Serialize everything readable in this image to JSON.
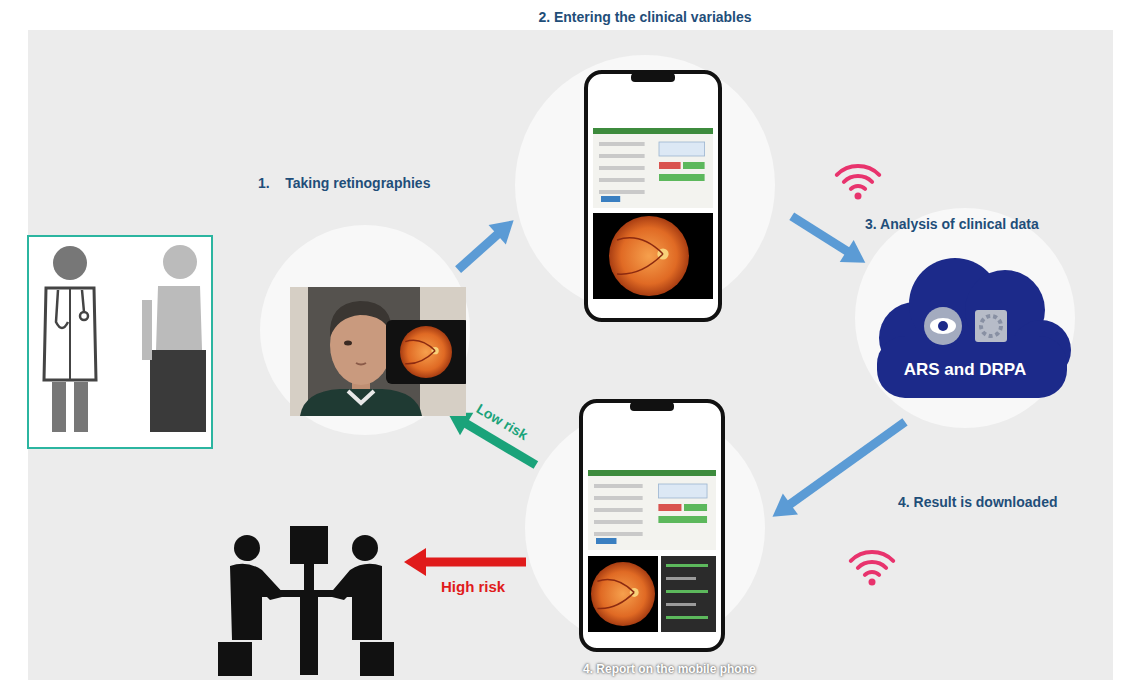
{
  "diagram": {
    "nodes": [
      {
        "text": [
          "1.    Taking retinographies"
        ]
      },
      {
        "text": [
          "2. Entering the clinical variables"
        ]
      },
      {
        "text": [
          "3. Analysis of clinical data",
          "ARS and DRPA"
        ]
      },
      {
        "text": [
          "4. Report on the mobile phone"
        ]
      }
    ],
    "edges": [
      {
        "from": 0,
        "to": 1,
        "arrow": "to"
      },
      {
        "from": 1,
        "to": 2,
        "arrow": "to"
      },
      {
        "from": 2,
        "to": 3,
        "label": "4. Result is downloaded",
        "arrow": "to"
      },
      {
        "from": 3,
        "to": 0,
        "label": "Low risk",
        "arrow": "to"
      }
    ],
    "labels": [
      "High risk"
    ]
  }
}
